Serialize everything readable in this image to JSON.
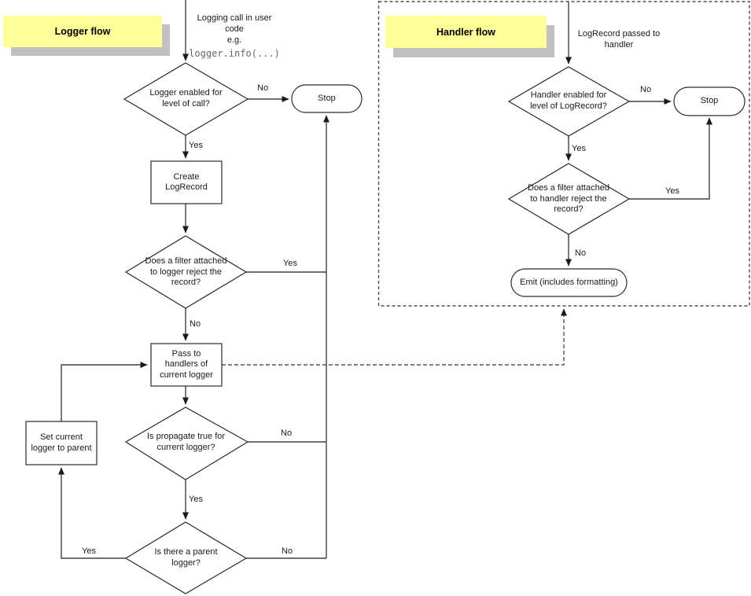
{
  "logger_flow": {
    "title": "Logger flow",
    "start": {
      "text": "Logging call in user\ncode\ne.g.",
      "code": "logger.info(...)"
    },
    "nodes": {
      "enabled": "Logger enabled for\nlevel of call?",
      "stop": "Stop",
      "create": "Create\nLogRecord",
      "filter": "Does a filter attached\nto logger reject the\nrecord?",
      "pass": "Pass to\nhandlers of\ncurrent logger",
      "propagate": "Is propagate true for\ncurrent logger?",
      "parent": "Is there a parent\nlogger?",
      "set_parent": "Set current\nlogger to parent"
    },
    "edges": {
      "enabled_no": "No",
      "enabled_yes": "Yes",
      "filter_yes": "Yes",
      "filter_no": "No",
      "propagate_no": "No",
      "propagate_yes": "Yes",
      "parent_yes": "Yes",
      "parent_no": "No"
    }
  },
  "handler_flow": {
    "title": "Handler flow",
    "start": {
      "text": "LogRecord passed to\nhandler"
    },
    "nodes": {
      "enabled": "Handler enabled for\nlevel of LogRecord?",
      "stop": "Stop",
      "filter": "Does a filter attached\nto handler reject the\nrecord?",
      "emit": "Emit (includes formatting)"
    },
    "edges": {
      "enabled_no": "No",
      "enabled_yes": "Yes",
      "filter_yes": "Yes",
      "filter_no": "No"
    }
  },
  "colors": {
    "banner": "#ffff99",
    "banner_shadow": "#c0c0c0",
    "line": "#404040",
    "code": "#666666"
  }
}
